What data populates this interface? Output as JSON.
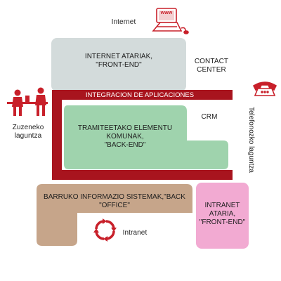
{
  "labels": {
    "internet": "Internet",
    "internet_box": "INTERNET ATARIAK,\n\"FRONT-END\"",
    "contact_center": "CONTACT\nCENTER",
    "telefonozko": "Telefonozko laguntza",
    "integration": "INTEGRACION DE APLICACIONES",
    "crm": "CRM",
    "tramite_box": "TRAMITEETAKO ELEMENTU\nKOMUNAK,\n\"BACK-END\"",
    "zuzeneko": "Zuzeneko\nlaguntza",
    "backoffice_box": "BARRUKO INFORMAZIO SISTEMAK,\"BACK\n\"OFFICE\"",
    "intranet_box": "INTRANET\nATARIA,\n\"FRONT-END\"",
    "intranet": "Intranet",
    "www": "www"
  },
  "colors": {
    "internet_box": "#d3dbdb",
    "integration_band": "#a8141e",
    "tramite_box": "#9fd3ad",
    "backoffice_box": "#c6a58a",
    "intranet_box": "#f2aad2",
    "icon_red": "#c8202a"
  }
}
